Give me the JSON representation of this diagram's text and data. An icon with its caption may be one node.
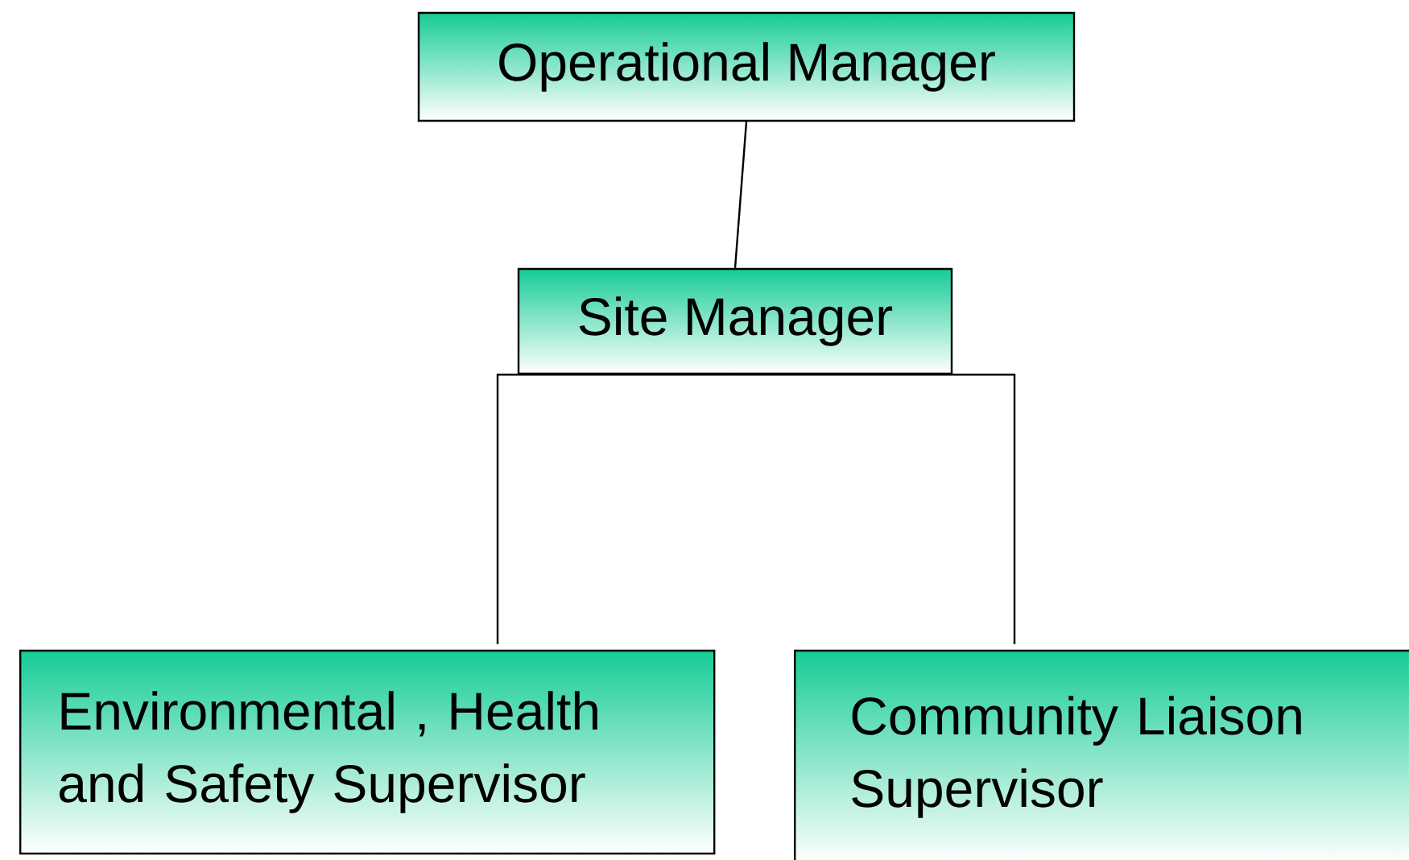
{
  "diagram": {
    "nodes": [
      {
        "text": [
          "Operational Manager"
        ]
      },
      {
        "text": [
          "Site Manager"
        ]
      },
      {
        "text": [
          "Environmental , Health and Safety Supervisor"
        ]
      },
      {
        "text": [
          "Community Liaison Supervisor"
        ]
      }
    ],
    "edges": [
      {
        "from": 0,
        "to": 1,
        "arrow": "none"
      },
      {
        "from": 1,
        "to": 2,
        "arrow": "none"
      },
      {
        "from": 1,
        "to": 3,
        "arrow": "none"
      }
    ]
  }
}
